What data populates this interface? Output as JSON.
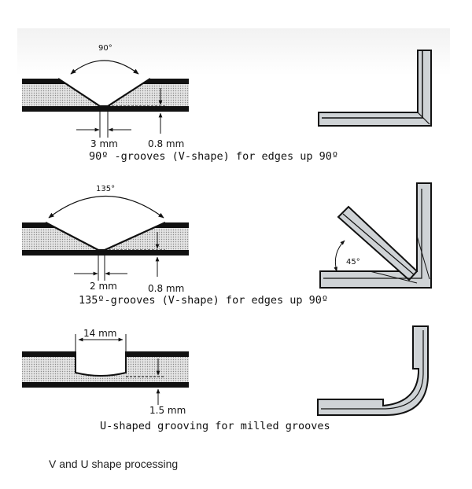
{
  "panels": [
    {
      "angle_label": "90°",
      "width_label": "3 mm",
      "depth_label": "0.8 mm",
      "caption": "90º -grooves (V-shape) for edges up 90º"
    },
    {
      "angle_label": "135°",
      "width_label": "2 mm",
      "depth_label": "0.8 mm",
      "caption": "135º-grooves (V-shape) for edges up 90º",
      "fold_angle_label": "45°"
    },
    {
      "width_label": "14 mm",
      "depth_label": "1.5 mm",
      "caption": "U-shaped grooving for milled grooves"
    }
  ],
  "footer_caption": "V and U shape processing",
  "colors": {
    "skin": "#111111",
    "core": "#d6d6d6",
    "profile_fill": "#cfd3d6"
  }
}
